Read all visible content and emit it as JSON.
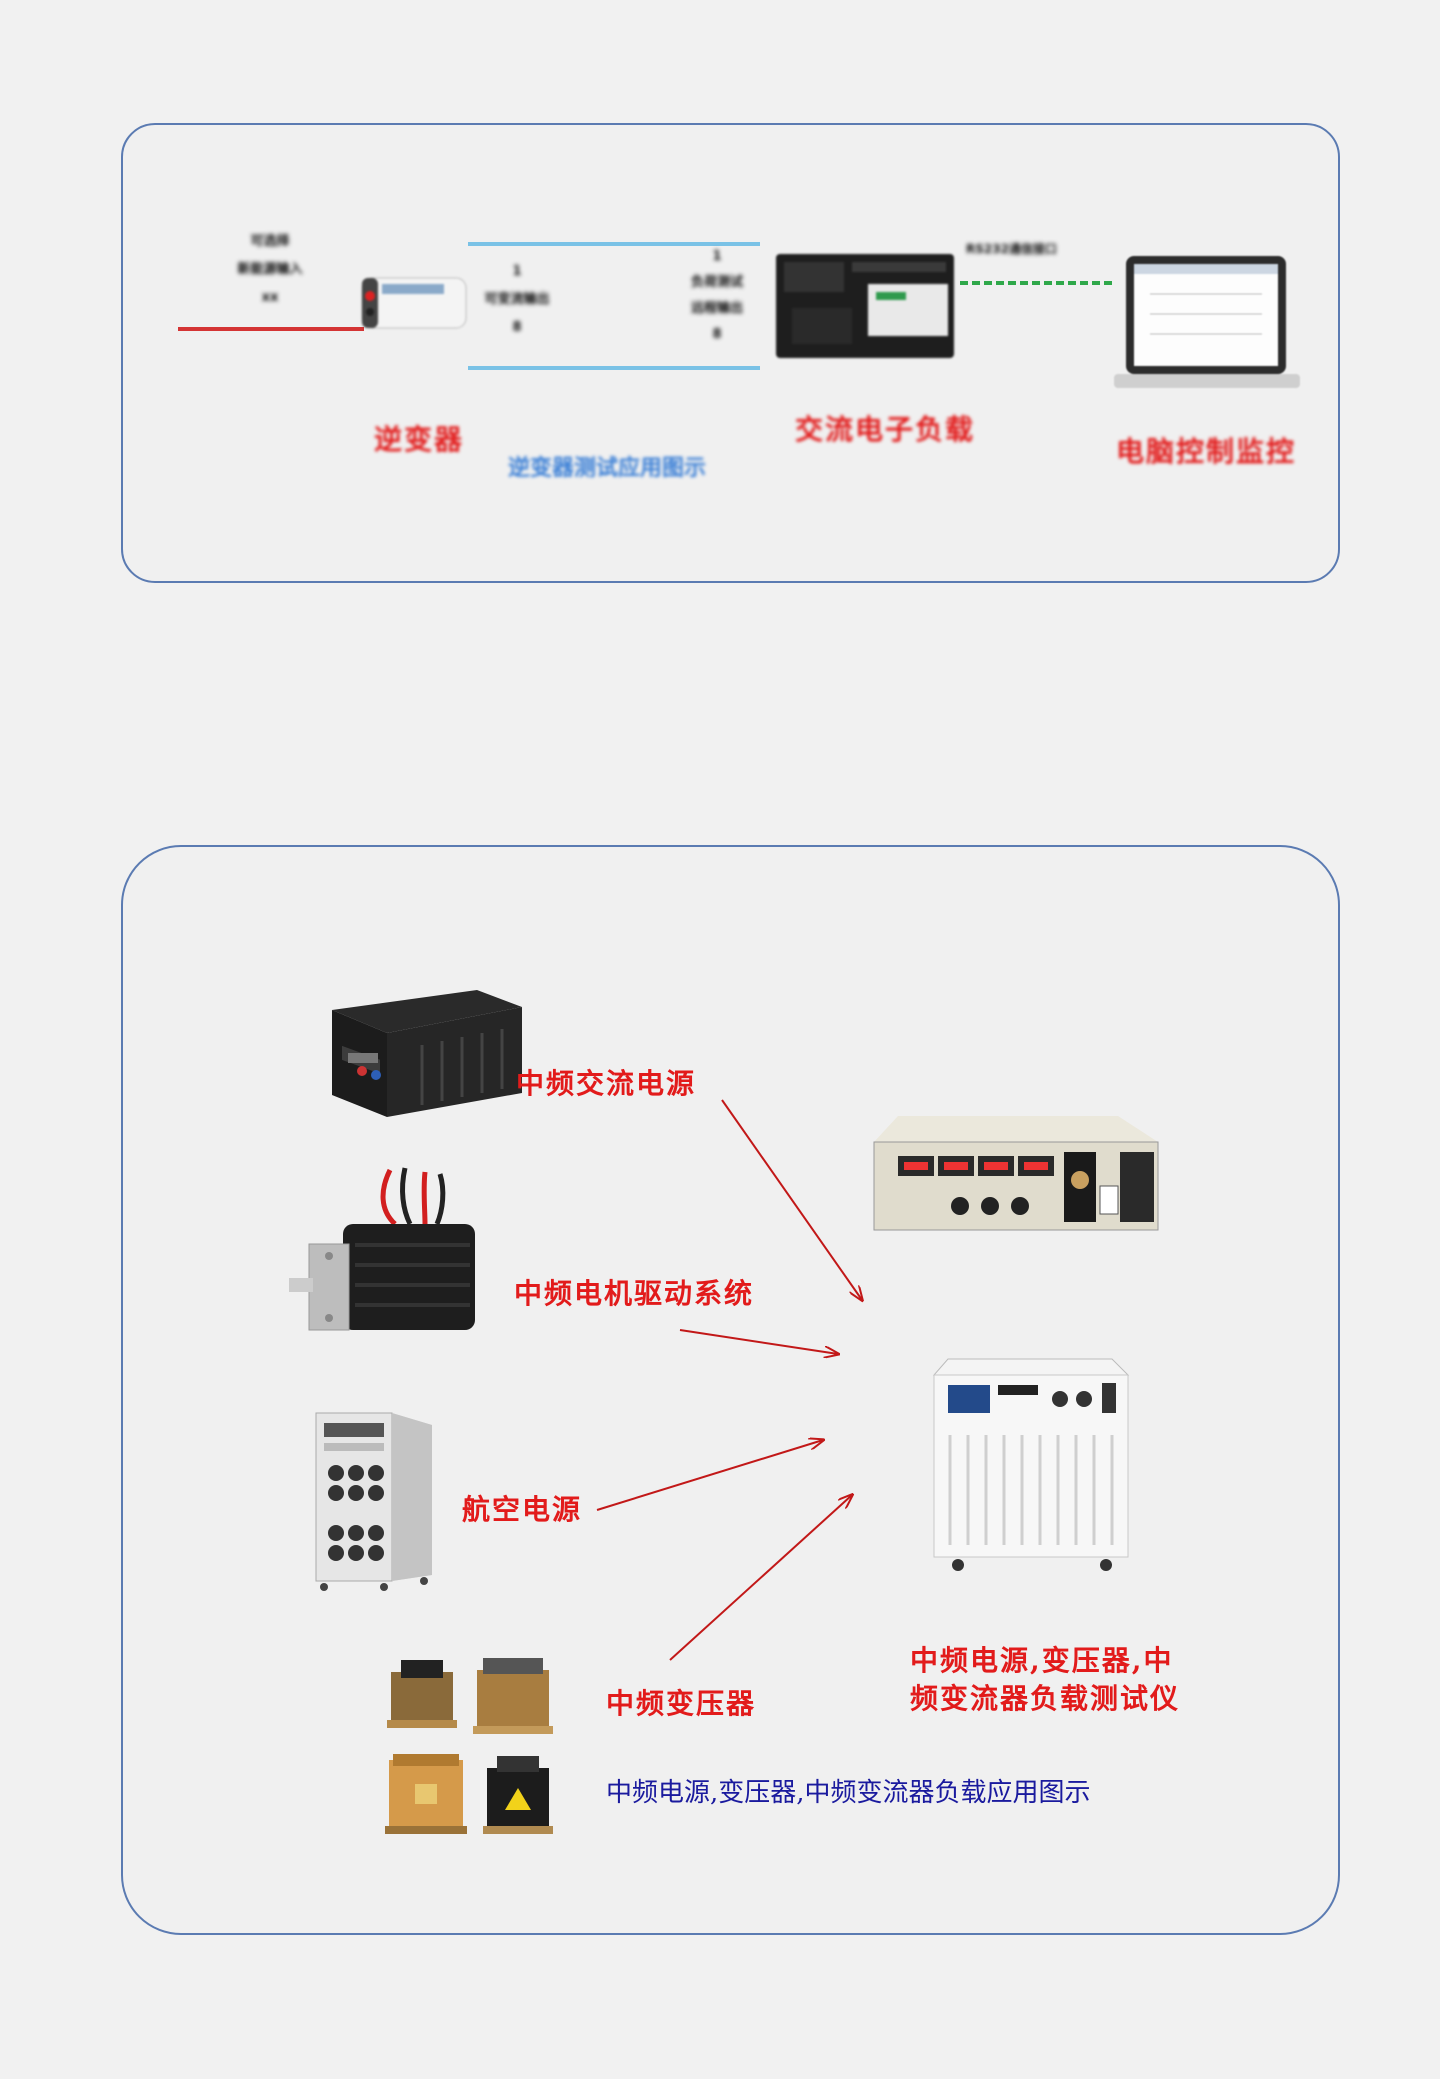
{
  "top_diagram": {
    "input_label_lines": [
      "可选择",
      "新能源输入",
      "xx"
    ],
    "block_left_lines": [
      "1",
      "可变流输出",
      "8"
    ],
    "block_right_lines": [
      "1",
      "负荷测试",
      "远程输出",
      "8"
    ],
    "comm_label": "RS232通信接口",
    "label_inverter": "逆变器",
    "label_electronic_load": "交流电子负载",
    "label_pc": "电脑控制监控",
    "caption": "逆变器测试应用图示",
    "colors": {
      "input_line": "#d43434",
      "bus_line": "#7ac2e6",
      "comm_line": "#2fa84a"
    }
  },
  "bottom_diagram": {
    "source_labels": [
      "中频交流电源",
      "中频电机驱动系统",
      "航空电源",
      "中频变压器"
    ],
    "load_label_lines": [
      "中频电源,变压器,中",
      "频变流器负载测试仪"
    ],
    "caption": "中频电源,变压器,中频变流器负载应用图示",
    "colors": {
      "label_red": "#e21b1b",
      "arrow": "#c21818",
      "caption_blue": "#1a1a9e"
    }
  }
}
